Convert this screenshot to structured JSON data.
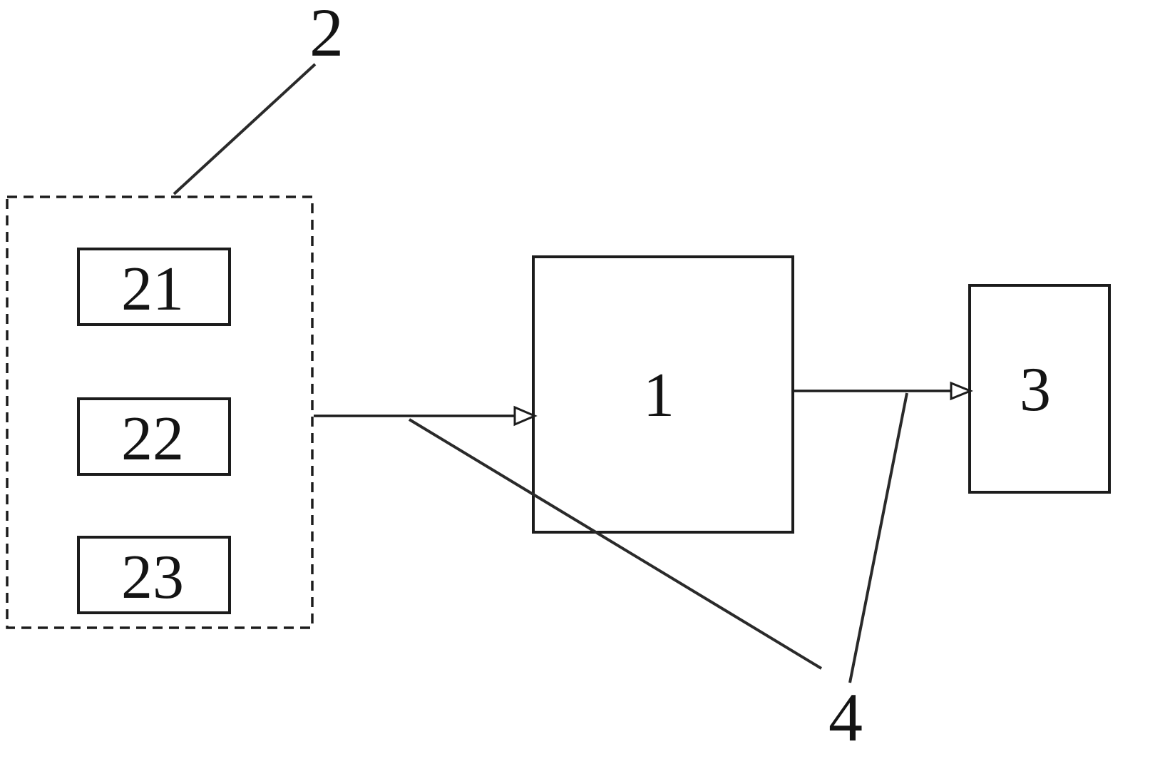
{
  "diagram": {
    "title": "block-diagram",
    "labels": {
      "group_module": "2",
      "sub_module_1": "21",
      "sub_module_2": "22",
      "sub_module_3": "23",
      "central_unit": "1",
      "output_unit": "3",
      "connection": "4"
    },
    "colors": {
      "line": "#1c1c1c",
      "background": "#ffffff",
      "text": "#141414"
    }
  }
}
